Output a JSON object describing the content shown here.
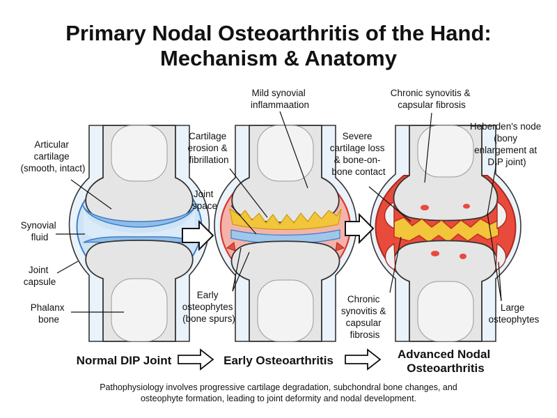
{
  "title": {
    "line1": "Primary Nodal Osteoarthritis of the Hand:",
    "line2": "Mechanism & Anatomy"
  },
  "colors": {
    "bone": "#e5e5e5",
    "skin": "#d9e8f5",
    "cartilage": "#8fbde8",
    "inflammation": "#e84b3c",
    "cartilage_damage": "#f2c53a"
  },
  "labels": {
    "normal": {
      "articular_cartilage": [
        "Articular",
        "cartilage",
        "(smooth, intact)"
      ],
      "synovial_fluid": [
        "Synovial",
        "fluid"
      ],
      "joint_capsule": [
        "Joint",
        "capsule"
      ],
      "phalanx_bone": [
        "Phalanx",
        "bone"
      ]
    },
    "early": {
      "mild_synovial": [
        "Mild synovial",
        "inflammaation"
      ],
      "cartilage_erosion": [
        "Cartilage",
        "erosion &",
        "fibrillation"
      ],
      "joint_space": [
        "Joint",
        "space"
      ],
      "early_osteophytes": [
        "Early",
        "osteophytes",
        "(bone spurs)"
      ]
    },
    "advanced": {
      "chronic_top": [
        "Chronic synovitis &",
        "capsular fibrosis"
      ],
      "severe_loss": [
        "Severe",
        "cartilage loss",
        "& bone-on-",
        "bone contact"
      ],
      "heberdens": [
        "Heberden's node",
        "(bony",
        "enlargement at",
        "DIP joint)"
      ],
      "chronic_bottom": [
        "Chronic",
        "synovitis &",
        "capsular",
        "fibrosis"
      ],
      "large_osteophytes": [
        "Large",
        "osteophytes"
      ]
    }
  },
  "stages": {
    "normal": "Normal DIP Joint",
    "early": "Early Osteoarthritis",
    "advanced": [
      "Advanced Nodal",
      "Osteoarthritis"
    ]
  },
  "footer": {
    "line1": "Pathophysiology involves progressive cartilage degradation, subchondral bone changes, and",
    "line2": "osteophyte formation, leading to joint deformity and nodal development."
  }
}
